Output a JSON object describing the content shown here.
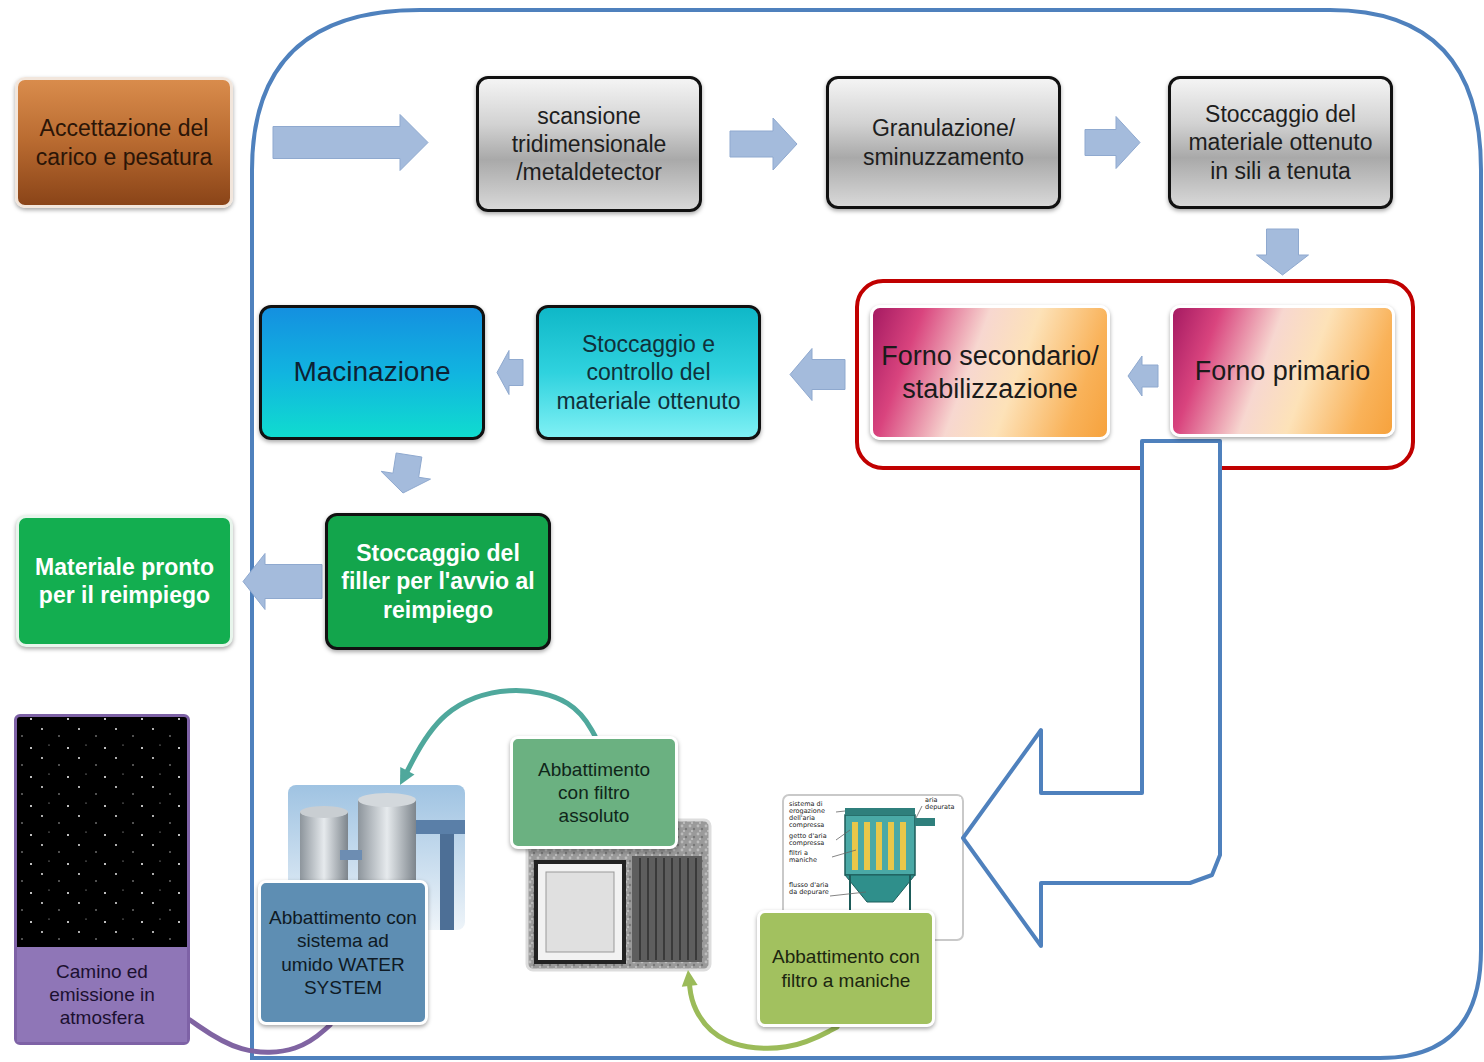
{
  "diagram": {
    "nodes": [
      {
        "text": [
          "Accettazione del carico e pesatura"
        ]
      },
      {
        "text": [
          "scansione tridimensionale /metaldetector"
        ]
      },
      {
        "text": [
          "Granulazione/ sminuzzamento"
        ]
      },
      {
        "text": [
          "Stoccaggio del materiale ottenuto in sili a tenuta"
        ]
      },
      {
        "text": [
          "Forno primario"
        ]
      },
      {
        "text": [
          "Forno secondario/ stabilizzazione"
        ]
      },
      {
        "text": [
          "Stoccaggio e controllo del materiale ottenuto"
        ]
      },
      {
        "text": [
          "Macinazione"
        ]
      },
      {
        "text": [
          "Stoccaggio del filler per l'avvio al reimpiego"
        ]
      },
      {
        "text": [
          "Materiale pronto per il reimpiego"
        ]
      },
      {
        "text": [
          "Abbattimento con filtro a maniche"
        ]
      },
      {
        "text": [
          "Abbattimento con filtro assoluto"
        ]
      },
      {
        "text": [
          "Abbattimento con sistema ad umido WATER SYSTEM"
        ]
      },
      {
        "text": [
          "Camino ed emissione in atmosfera"
        ]
      }
    ],
    "edges": [
      {
        "from": 0,
        "to": 1,
        "arrow": "to"
      },
      {
        "from": 1,
        "to": 2,
        "arrow": "to"
      },
      {
        "from": 2,
        "to": 3,
        "arrow": "to"
      },
      {
        "from": 3,
        "to": 4,
        "arrow": "to"
      },
      {
        "from": 4,
        "to": 5,
        "arrow": "to"
      },
      {
        "from": 5,
        "to": 6,
        "arrow": "to"
      },
      {
        "from": 6,
        "to": 7,
        "arrow": "to"
      },
      {
        "from": 7,
        "to": 8,
        "arrow": "to"
      },
      {
        "from": 8,
        "to": 9,
        "arrow": "to"
      },
      {
        "from": 4,
        "to": 10,
        "arrow": "to"
      },
      {
        "from": 10,
        "to": 11,
        "arrow": "to"
      },
      {
        "from": 11,
        "to": 12,
        "arrow": "to"
      },
      {
        "from": 12,
        "to": 13,
        "arrow": "none"
      }
    ],
    "labels": [
      "sistema di erogazione dell'aria compressa",
      "aria depurata",
      "getto d'aria compressa",
      "filtri a maniche",
      "flusso d'aria da depurare"
    ]
  }
}
